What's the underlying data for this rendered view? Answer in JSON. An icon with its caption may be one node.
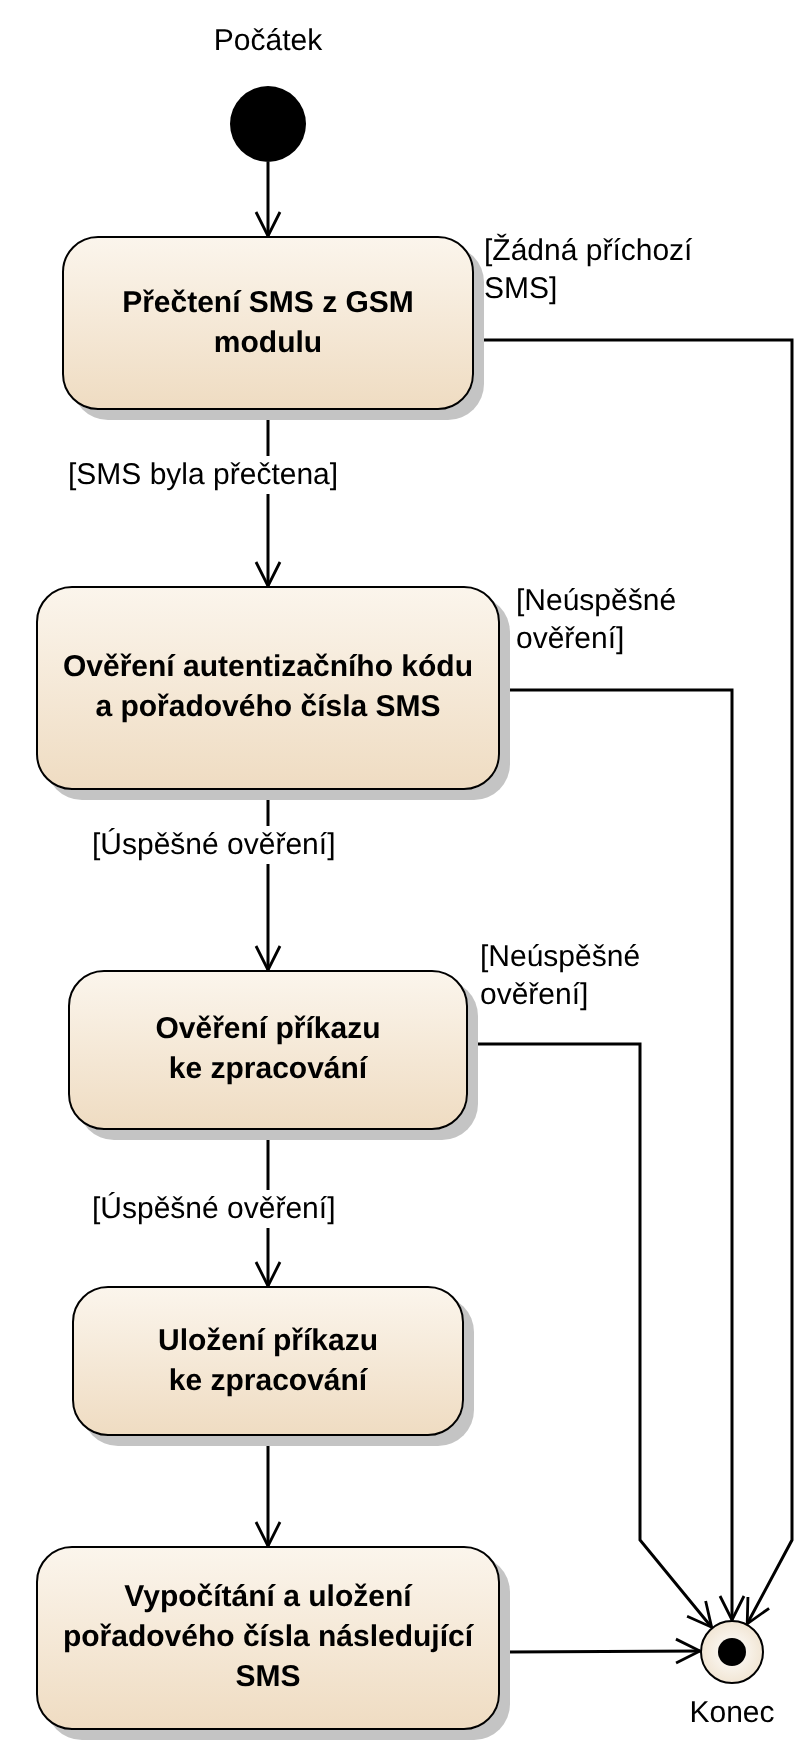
{
  "diagram": {
    "nodes": [
      {
        "text": [],
        "shape": "circle",
        "beside": [
          "Počátek"
        ]
      },
      {
        "text": [
          "Přečtení SMS z GSM modulu"
        ]
      },
      {
        "text": [
          "Ověření autentizačního kódu a pořadového čísla SMS"
        ]
      },
      {
        "text": [
          "Ověření příkazu ke zpracování"
        ]
      },
      {
        "text": [
          "Uložení příkazu ke zpracování"
        ]
      },
      {
        "text": [
          "Vypočítání a uložení pořadového čísla následující SMS"
        ]
      },
      {
        "text": [],
        "shape": "circle",
        "beside": [
          "Konec"
        ]
      }
    ],
    "edges": [
      {
        "from": 0,
        "to": 1,
        "arrow": "to"
      },
      {
        "from": 1,
        "to": 6,
        "arrow": "to",
        "label": "[Žádná příchozí SMS]"
      },
      {
        "from": 1,
        "to": 2,
        "arrow": "to",
        "label": "[SMS byla přečtena]"
      },
      {
        "from": 2,
        "to": 6,
        "arrow": "to",
        "label": "[Neúspěšné ověření]"
      },
      {
        "from": 2,
        "to": 3,
        "arrow": "to",
        "label": "[Úspěšné ověření]"
      },
      {
        "from": 3,
        "to": 6,
        "arrow": "to",
        "label": "[Neúspěšné ověření]"
      },
      {
        "from": 3,
        "to": 4,
        "arrow": "to",
        "label": "[Úspěšné ověření]"
      },
      {
        "from": 4,
        "to": 5,
        "arrow": "to"
      },
      {
        "from": 5,
        "to": 6,
        "arrow": "to"
      }
    ]
  }
}
